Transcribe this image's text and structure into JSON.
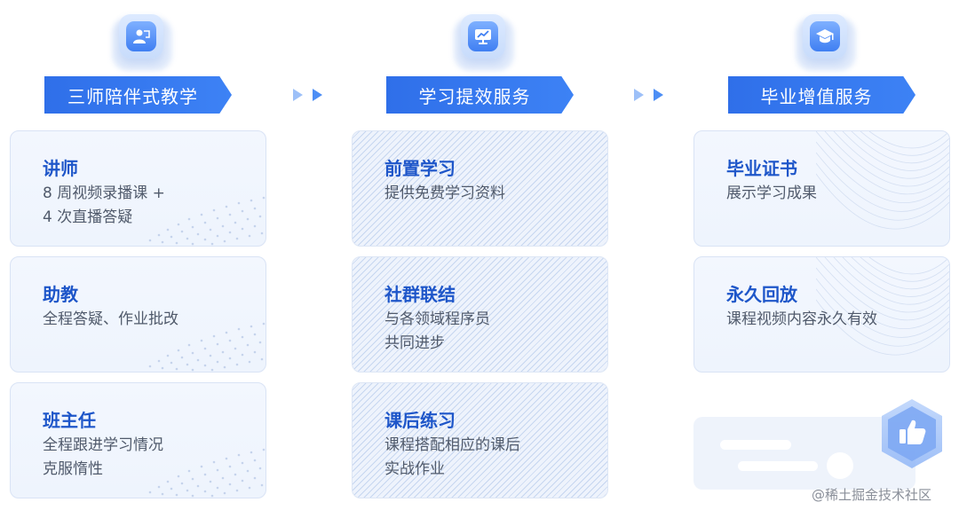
{
  "columns": [
    {
      "banner": "三师陪伴式教学",
      "icon": "teacher-icon",
      "cards": [
        {
          "title": "讲师",
          "lines": [
            "8 周视频录播课 +",
            "4 次直播答疑"
          ]
        },
        {
          "title": "助教",
          "lines": [
            "全程答疑、作业批改"
          ]
        },
        {
          "title": "班主任",
          "lines": [
            "全程跟进学习情况",
            "克服惰性"
          ]
        }
      ]
    },
    {
      "banner": "学习提效服务",
      "icon": "presentation-chart-icon",
      "cards": [
        {
          "title": "前置学习",
          "lines": [
            "提供免费学习资料"
          ]
        },
        {
          "title": "社群联结",
          "lines": [
            "与各领域程序员",
            "共同进步"
          ]
        },
        {
          "title": "课后练习",
          "lines": [
            "课程搭配相应的课后",
            "实战作业"
          ]
        }
      ]
    },
    {
      "banner": "毕业增值服务",
      "icon": "graduation-cap-icon",
      "cards": [
        {
          "title": "毕业证书",
          "lines": [
            "展示学习成果"
          ]
        },
        {
          "title": "永久回放",
          "lines": [
            "课程视频内容永久有效"
          ]
        }
      ]
    }
  ],
  "watermark": "@稀土掘金技术社区",
  "colors": {
    "accent": "#2f6fe9",
    "title": "#1e56c9",
    "text": "#505a6b",
    "card_bg": "#f0f5fd",
    "arrow": "#4d8ef5"
  }
}
